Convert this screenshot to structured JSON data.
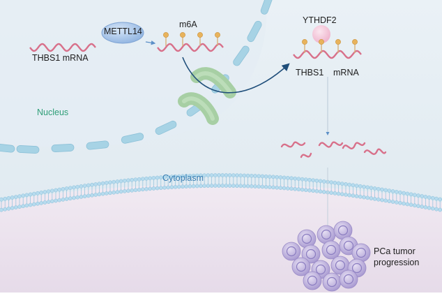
{
  "labels": {
    "enzyme": "METTL14",
    "modification": "m6A",
    "reader": "YTHDF2",
    "mrna_nucleus": "THBS1 mRNA",
    "mrna_gene": "THBS1",
    "mrna_word": "mRNA",
    "nucleus": "Nucleus",
    "cytoplasm": "Cytoplasm",
    "outcome": "PCa tumor\nprogression"
  },
  "colors": {
    "cell_background": "#e3ecf2",
    "nucleus_background": "#e8f0f5",
    "extracellular": "#ece3ef",
    "mrna": "#d8708a",
    "m6a_mark": "#e8b35c",
    "enzyme_fill": "#a9c6ea",
    "reader_fill": "#f3c6d9",
    "nuclear_pore": "#a7d3e5",
    "export_carrier": "#a9d1a9",
    "membrane": "#a4cfe6",
    "tumor_cells": "#b5a8d8"
  },
  "icons": [
    "nuclear-envelope",
    "nuclear-pore-complex",
    "lipid-bilayer-membrane",
    "tumor-cell-cluster"
  ]
}
